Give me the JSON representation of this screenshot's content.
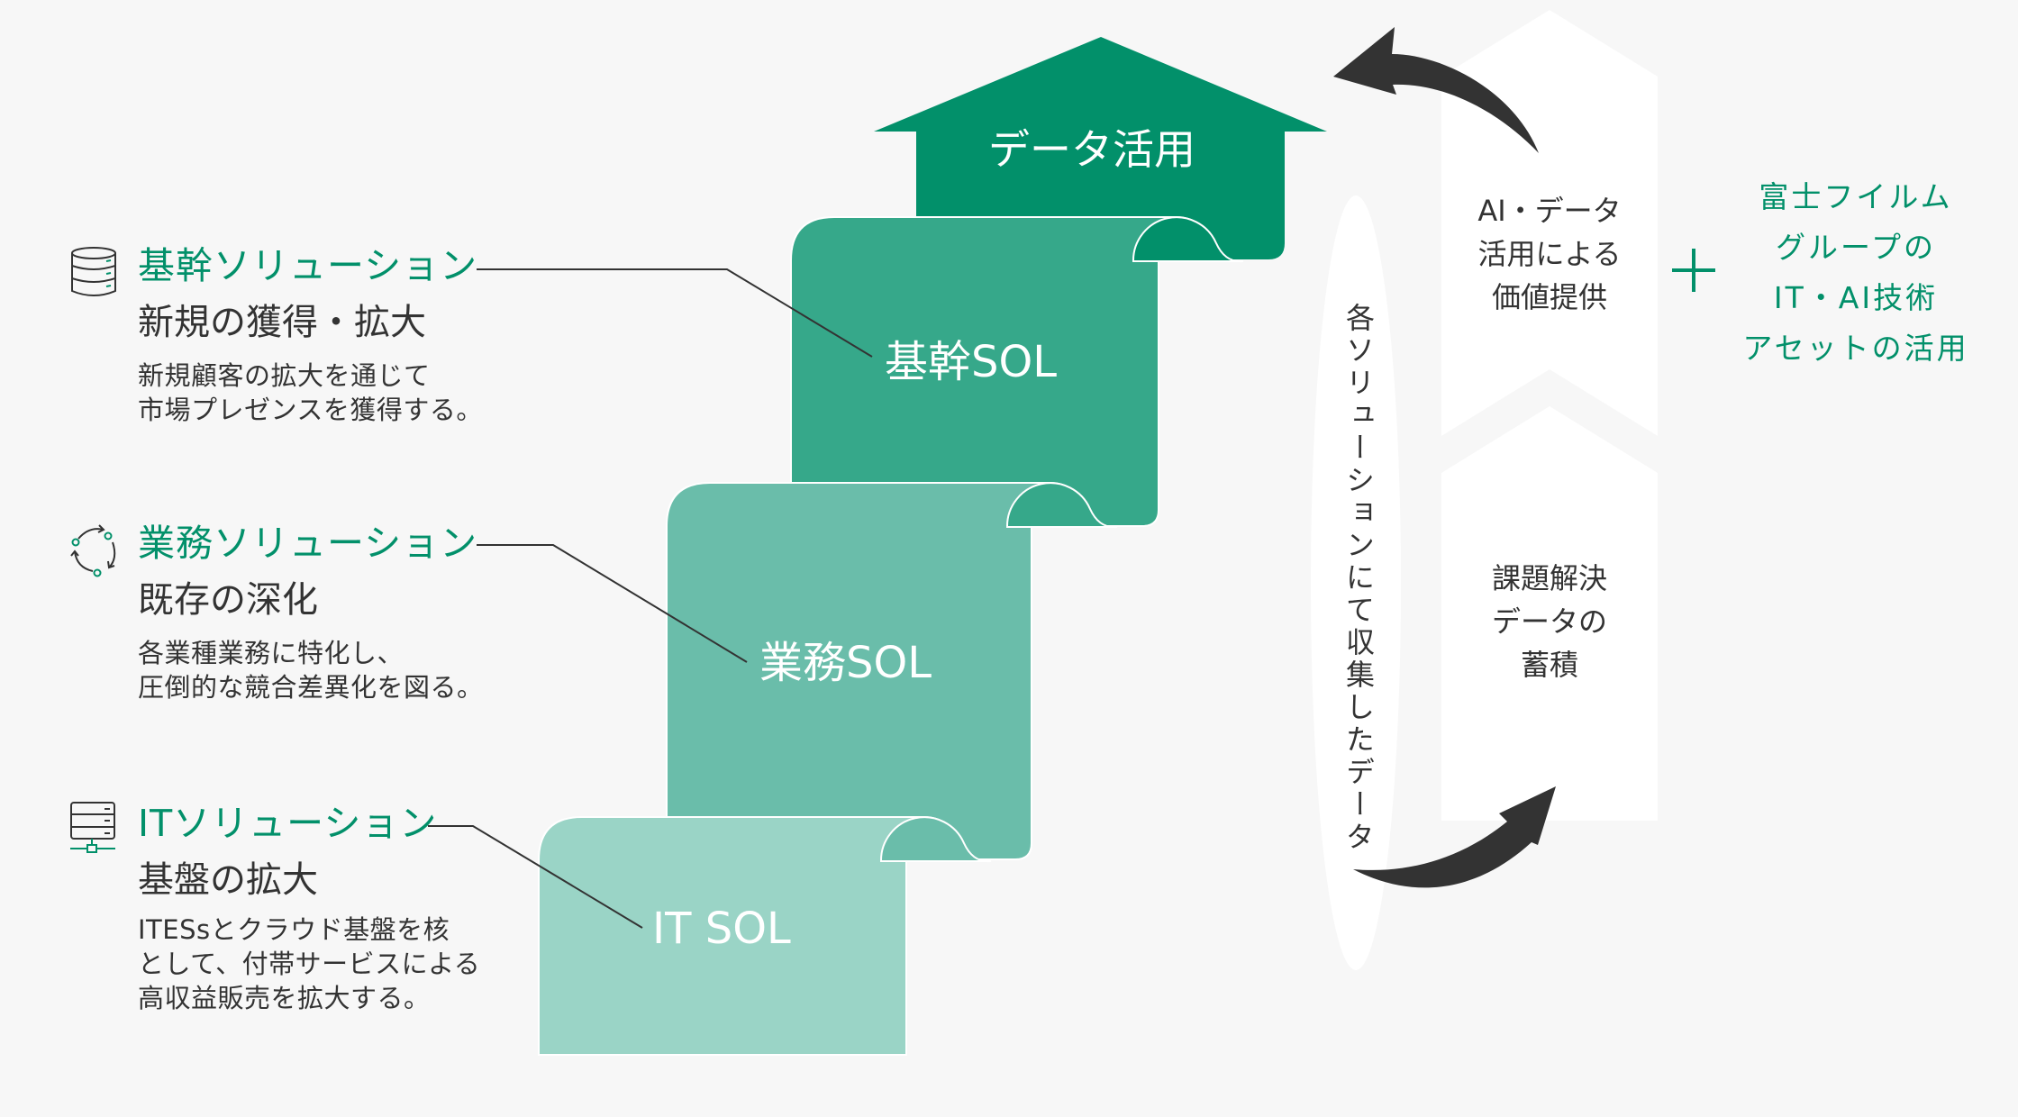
{
  "colors": {
    "background": "#f7f7f7",
    "accent": "#02906a",
    "level_core": "#36a88a",
    "level_business": "#6abdaa",
    "level_it": "#9ad4c6",
    "text": "#333333",
    "arrow": "#333333"
  },
  "top_arrow": {
    "label": "データ活用"
  },
  "levels": [
    {
      "icon": "database-icon",
      "heading": "基幹ソリューション",
      "subheading": "新規の獲得・拡大",
      "description": "新規顧客の拡大を通じて\n市場プレゼンスを獲得する。",
      "block_label": "基幹SOL"
    },
    {
      "icon": "cycle-icon",
      "heading": "業務ソリューション",
      "subheading": "既存の深化",
      "description": "各業種業務に特化し、\n圧倒的な競合差異化を図る。",
      "block_label": "業務SOL"
    },
    {
      "icon": "server-network-icon",
      "heading": "ITソリューション",
      "subheading": "基盤の拡大",
      "description": "ITESsとクラウド基盤を核\nとして、付帯サービスによる\n高収益販売を拡大する。",
      "block_label": "IT SOL"
    }
  ],
  "cycle": {
    "collected_data": "各ソリューションにて収集したデータ",
    "value_provision": "AI・データ\n活用による\n価値提供",
    "accumulation": "課題解決\nデータの\n蓄積"
  },
  "plus_symbol": "+",
  "fujifilm_assets": "富士フイルム\nグループの\nIT・AI技術\nアセットの活用"
}
